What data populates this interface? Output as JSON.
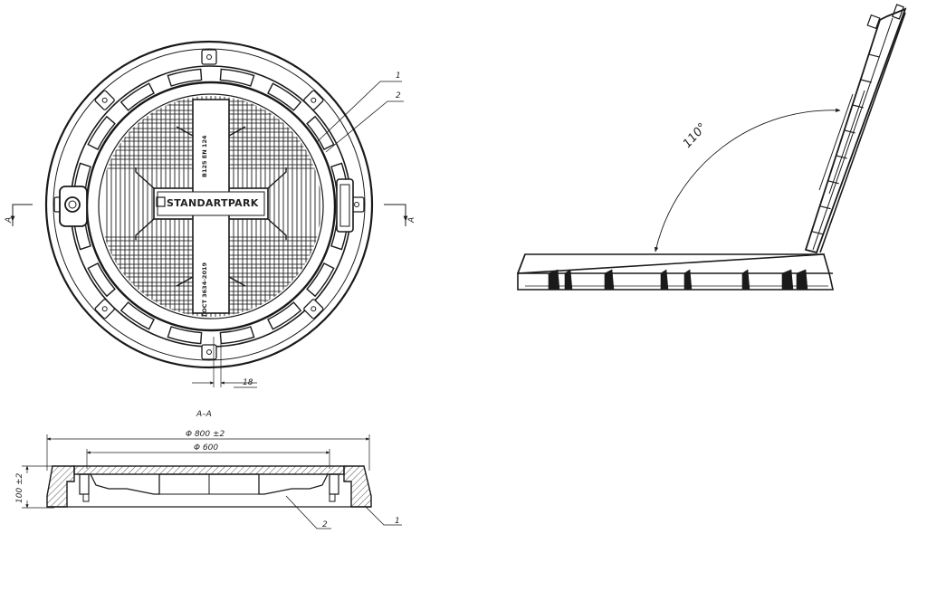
{
  "labels": {
    "brand": "STANDARTPARK",
    "stamp_top": "B125 EN 124",
    "stamp_bottom": "ГОСТ 3634-2019",
    "section_marker": "A",
    "section_title": "A–A",
    "dim_outer_diameter": "Φ 800 ±2",
    "dim_inner_diameter": "Φ 600",
    "dim_height": "100 ±2",
    "dim_rib": "18",
    "callout_1": "1",
    "callout_2": "2",
    "callout_section_1": "1",
    "callout_section_2": "2",
    "open_angle": "110°"
  },
  "colors": {
    "line": "#1a1a1a",
    "hatch": "#555555",
    "background": "#ffffff"
  }
}
